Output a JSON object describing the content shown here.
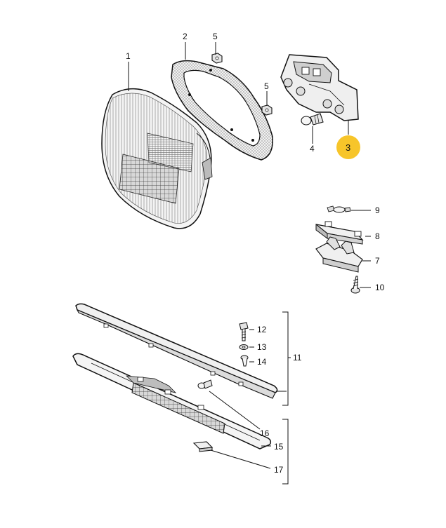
{
  "diagram": {
    "callouts": [
      {
        "id": "1",
        "text": "1"
      },
      {
        "id": "2",
        "text": "2"
      },
      {
        "id": "3",
        "text": "3"
      },
      {
        "id": "4",
        "text": "4"
      },
      {
        "id": "5a",
        "text": "5"
      },
      {
        "id": "5b",
        "text": "5"
      },
      {
        "id": "7",
        "text": "7"
      },
      {
        "id": "8",
        "text": "8"
      },
      {
        "id": "9",
        "text": "9"
      },
      {
        "id": "10",
        "text": "10"
      },
      {
        "id": "11",
        "text": "11"
      },
      {
        "id": "12",
        "text": "12"
      },
      {
        "id": "13",
        "text": "13"
      },
      {
        "id": "14",
        "text": "14"
      },
      {
        "id": "15",
        "text": "15"
      },
      {
        "id": "16",
        "text": "16"
      },
      {
        "id": "17",
        "text": "17"
      }
    ],
    "highlight": {
      "callout": "3",
      "color": "#f7c52a"
    },
    "colors": {
      "line": "#111111",
      "gasket_fill": "#e8e8e8",
      "background": "#ffffff"
    }
  }
}
